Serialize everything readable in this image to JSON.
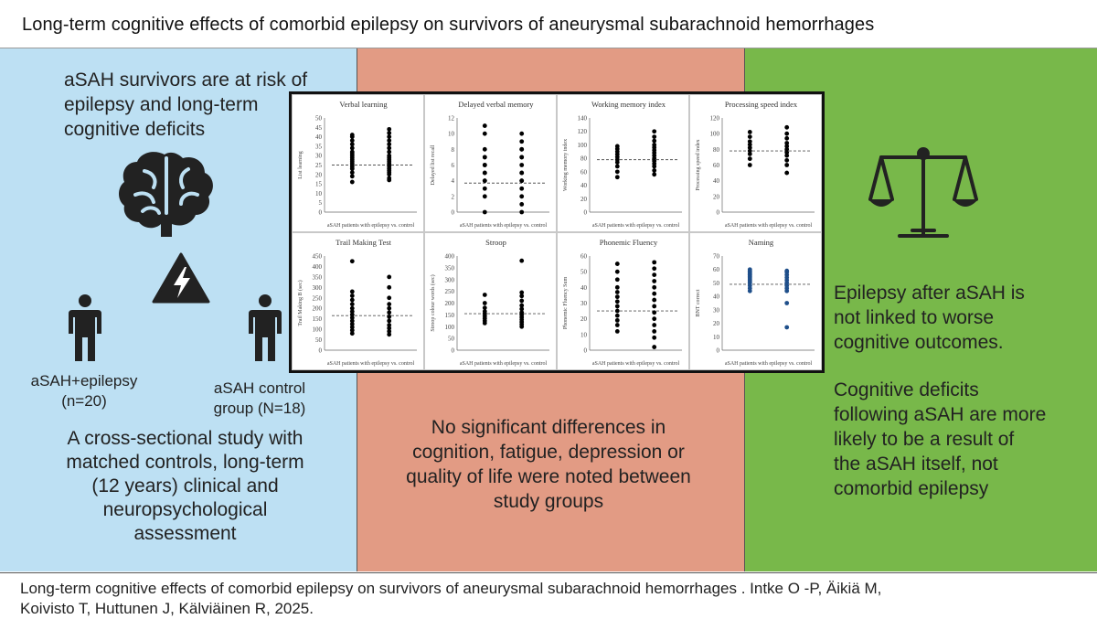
{
  "header": {
    "title": "Long-term cognitive effects  of comorbid epilepsy  on survivors  of aneurysmal  subarachnoid hemorrhages"
  },
  "left": {
    "intro": [
      "aSAH survivors are at risk of",
      "epilepsy and long-term",
      "cognitive deficits"
    ],
    "group1": [
      "aSAH+epilepsy",
      "(n=20)"
    ],
    "group2": [
      "aSAH control",
      "group (N=18)"
    ],
    "method": [
      "A cross-sectional study with",
      "matched controls, long-term",
      "(12 years) clinical and",
      "neuropsychological",
      "assessment"
    ]
  },
  "middle": {
    "finding": [
      "No significant differences in",
      "cognition, fatigue, depression or",
      "quality of life were noted between",
      "study groups"
    ]
  },
  "right": {
    "conclusion1": [
      "Epilepsy after aSAH is",
      "not linked to worse",
      "cognitive outcomes."
    ],
    "conclusion2": [
      "Cognitive deficits",
      "following aSAH are more",
      "likely to be a result of",
      "the aSAH itself, not",
      "comorbid epilepsy"
    ]
  },
  "footer": {
    "citation": [
      "Long-term cognitive  effects  of comorbid  epilepsy  on survivors  of aneurysmal  subarachnoid   hemorrhages  . Intke O -P, Äikiä M,",
      "Koivisto T, Huttunen J, Kälviäinen R, 2025."
    ]
  },
  "icons": [
    "brain-icon",
    "warning-lightning-icon",
    "person-icon",
    "balance-scale-icon"
  ],
  "colors": {
    "left_panel": "#bde0f3",
    "middle_panel": "#e29b84",
    "right_panel": "#78b84a"
  },
  "chart_data": [
    {
      "type": "scatter",
      "title": "Verbal learning",
      "ylabel": "List learning",
      "xlabel": "aSAH patients with epilepsy vs. control",
      "yticks": [
        "0",
        "5",
        "10",
        "15",
        "20",
        "25",
        "30",
        "35",
        "40",
        "45",
        "50"
      ],
      "ylim": [
        0,
        50
      ],
      "ref": 25,
      "series": [
        {
          "values": [
            16,
            19,
            21,
            23,
            24,
            25,
            26,
            27,
            28,
            29,
            30,
            31,
            32,
            34,
            36,
            38,
            40,
            41
          ]
        },
        {
          "values": [
            17,
            18,
            20,
            21,
            22,
            23,
            24,
            25,
            26,
            27,
            28,
            29,
            30,
            32,
            34,
            36,
            38,
            40,
            42,
            44
          ]
        }
      ]
    },
    {
      "type": "scatter",
      "title": "Delayed verbal memory",
      "ylabel": "Delayed list recall",
      "xlabel": "aSAH patients with epilepsy vs. control",
      "yticks": [
        "0",
        "2",
        "4",
        "6",
        "8",
        "10",
        "12"
      ],
      "ylim": [
        0,
        12
      ],
      "ref": 3.7,
      "series": [
        {
          "values": [
            0,
            2,
            3,
            4,
            4,
            5,
            5,
            6,
            6,
            7,
            7,
            8,
            10,
            11
          ]
        },
        {
          "values": [
            0,
            1,
            2,
            3,
            4,
            4,
            5,
            5,
            6,
            7,
            7,
            8,
            8,
            9,
            10
          ]
        }
      ]
    },
    {
      "type": "scatter",
      "title": "Working memory index",
      "ylabel": "Working memory index",
      "xlabel": "aSAH patients with epilepsy vs. control",
      "yticks": [
        "0",
        "20",
        "40",
        "60",
        "80",
        "100",
        "120",
        "140"
      ],
      "ylim": [
        0,
        140
      ],
      "ref": 78,
      "series": [
        {
          "values": [
            52,
            60,
            68,
            74,
            78,
            82,
            86,
            90,
            94,
            98
          ]
        },
        {
          "values": [
            56,
            62,
            68,
            72,
            76,
            80,
            84,
            88,
            92,
            96,
            100,
            106,
            112,
            120
          ]
        }
      ]
    },
    {
      "type": "scatter",
      "title": "Processing speed index",
      "ylabel": "Processing speed index",
      "xlabel": "aSAH patients with epilepsy vs. control",
      "yticks": [
        "0",
        "20",
        "40",
        "60",
        "80",
        "100",
        "120"
      ],
      "ylim": [
        0,
        120
      ],
      "ref": 78,
      "series": [
        {
          "values": [
            60,
            68,
            74,
            78,
            82,
            86,
            90,
            96,
            102
          ]
        },
        {
          "values": [
            50,
            60,
            66,
            72,
            76,
            80,
            84,
            88,
            94,
            100,
            108
          ]
        }
      ]
    },
    {
      "type": "scatter",
      "title": "Trail Making Test",
      "ylabel": "Trail Making B (sec)",
      "xlabel": "aSAH patients with epilepsy vs. control",
      "yticks": [
        "0",
        "50",
        "100",
        "150",
        "200",
        "250",
        "300",
        "350",
        "400",
        "450"
      ],
      "ylim": [
        0,
        450
      ],
      "ref": 165,
      "series": [
        {
          "values": [
            80,
            95,
            110,
            125,
            140,
            155,
            170,
            185,
            200,
            220,
            240,
            260,
            280,
            425
          ]
        },
        {
          "values": [
            75,
            90,
            105,
            120,
            140,
            160,
            180,
            200,
            220,
            250,
            300,
            350
          ]
        }
      ]
    },
    {
      "type": "scatter",
      "title": "Stroop",
      "ylabel": "Stroop colour words (sec)",
      "xlabel": "aSAH patients with epilepsy vs. control",
      "yticks": [
        "0",
        "50",
        "100",
        "150",
        "200",
        "250",
        "300",
        "350",
        "400"
      ],
      "ylim": [
        0,
        400
      ],
      "ref": 155,
      "series": [
        {
          "values": [
            115,
            125,
            135,
            145,
            155,
            165,
            180,
            200,
            235
          ]
        },
        {
          "values": [
            100,
            110,
            120,
            130,
            140,
            150,
            160,
            175,
            190,
            210,
            230,
            245,
            380
          ]
        }
      ]
    },
    {
      "type": "scatter",
      "title": "Phonemic Fluency",
      "ylabel": "Phonemic Fluency Sum",
      "xlabel": "aSAH patients with epilepsy vs. control",
      "yticks": [
        "0",
        "10",
        "20",
        "30",
        "40",
        "50",
        "60"
      ],
      "ylim": [
        0,
        60
      ],
      "ref": 25,
      "series": [
        {
          "values": [
            12,
            16,
            19,
            22,
            25,
            28,
            31,
            34,
            37,
            40,
            45,
            50,
            55
          ]
        },
        {
          "values": [
            2,
            8,
            12,
            16,
            20,
            24,
            28,
            32,
            36,
            40,
            44,
            48,
            52,
            56
          ]
        }
      ]
    },
    {
      "type": "scatter",
      "title": "Naming",
      "ylabel": "BNT correct",
      "xlabel": "aSAH patients with epilepsy vs. control",
      "yticks": [
        "0",
        "10",
        "20",
        "30",
        "40",
        "50",
        "60",
        "70"
      ],
      "ylim": [
        0,
        70
      ],
      "ref": 49,
      "series": [
        {
          "values": [
            44,
            46,
            48,
            50,
            51,
            52,
            53,
            54,
            55,
            56,
            57,
            58,
            59,
            60
          ]
        },
        {
          "values": [
            17,
            35,
            44,
            46,
            48,
            50,
            52,
            54,
            56,
            58,
            59
          ]
        }
      ]
    }
  ]
}
